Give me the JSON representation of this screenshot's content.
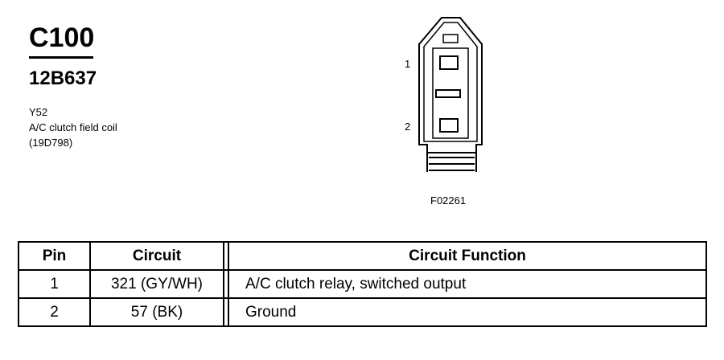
{
  "connector": {
    "id": "C100",
    "part_number": "12B637",
    "description_lines": [
      "Y52",
      "A/C clutch field coil",
      "(19D798)"
    ]
  },
  "diagram": {
    "pin_labels": [
      "1",
      "2"
    ],
    "figure_id": "F02261"
  },
  "table": {
    "headers": {
      "pin": "Pin",
      "circuit": "Circuit",
      "function": "Circuit Function"
    },
    "rows": [
      {
        "pin": "1",
        "circuit": "321 (GY/WH)",
        "function": "A/C clutch relay, switched output"
      },
      {
        "pin": "2",
        "circuit": "57 (BK)",
        "function": "Ground"
      }
    ]
  }
}
